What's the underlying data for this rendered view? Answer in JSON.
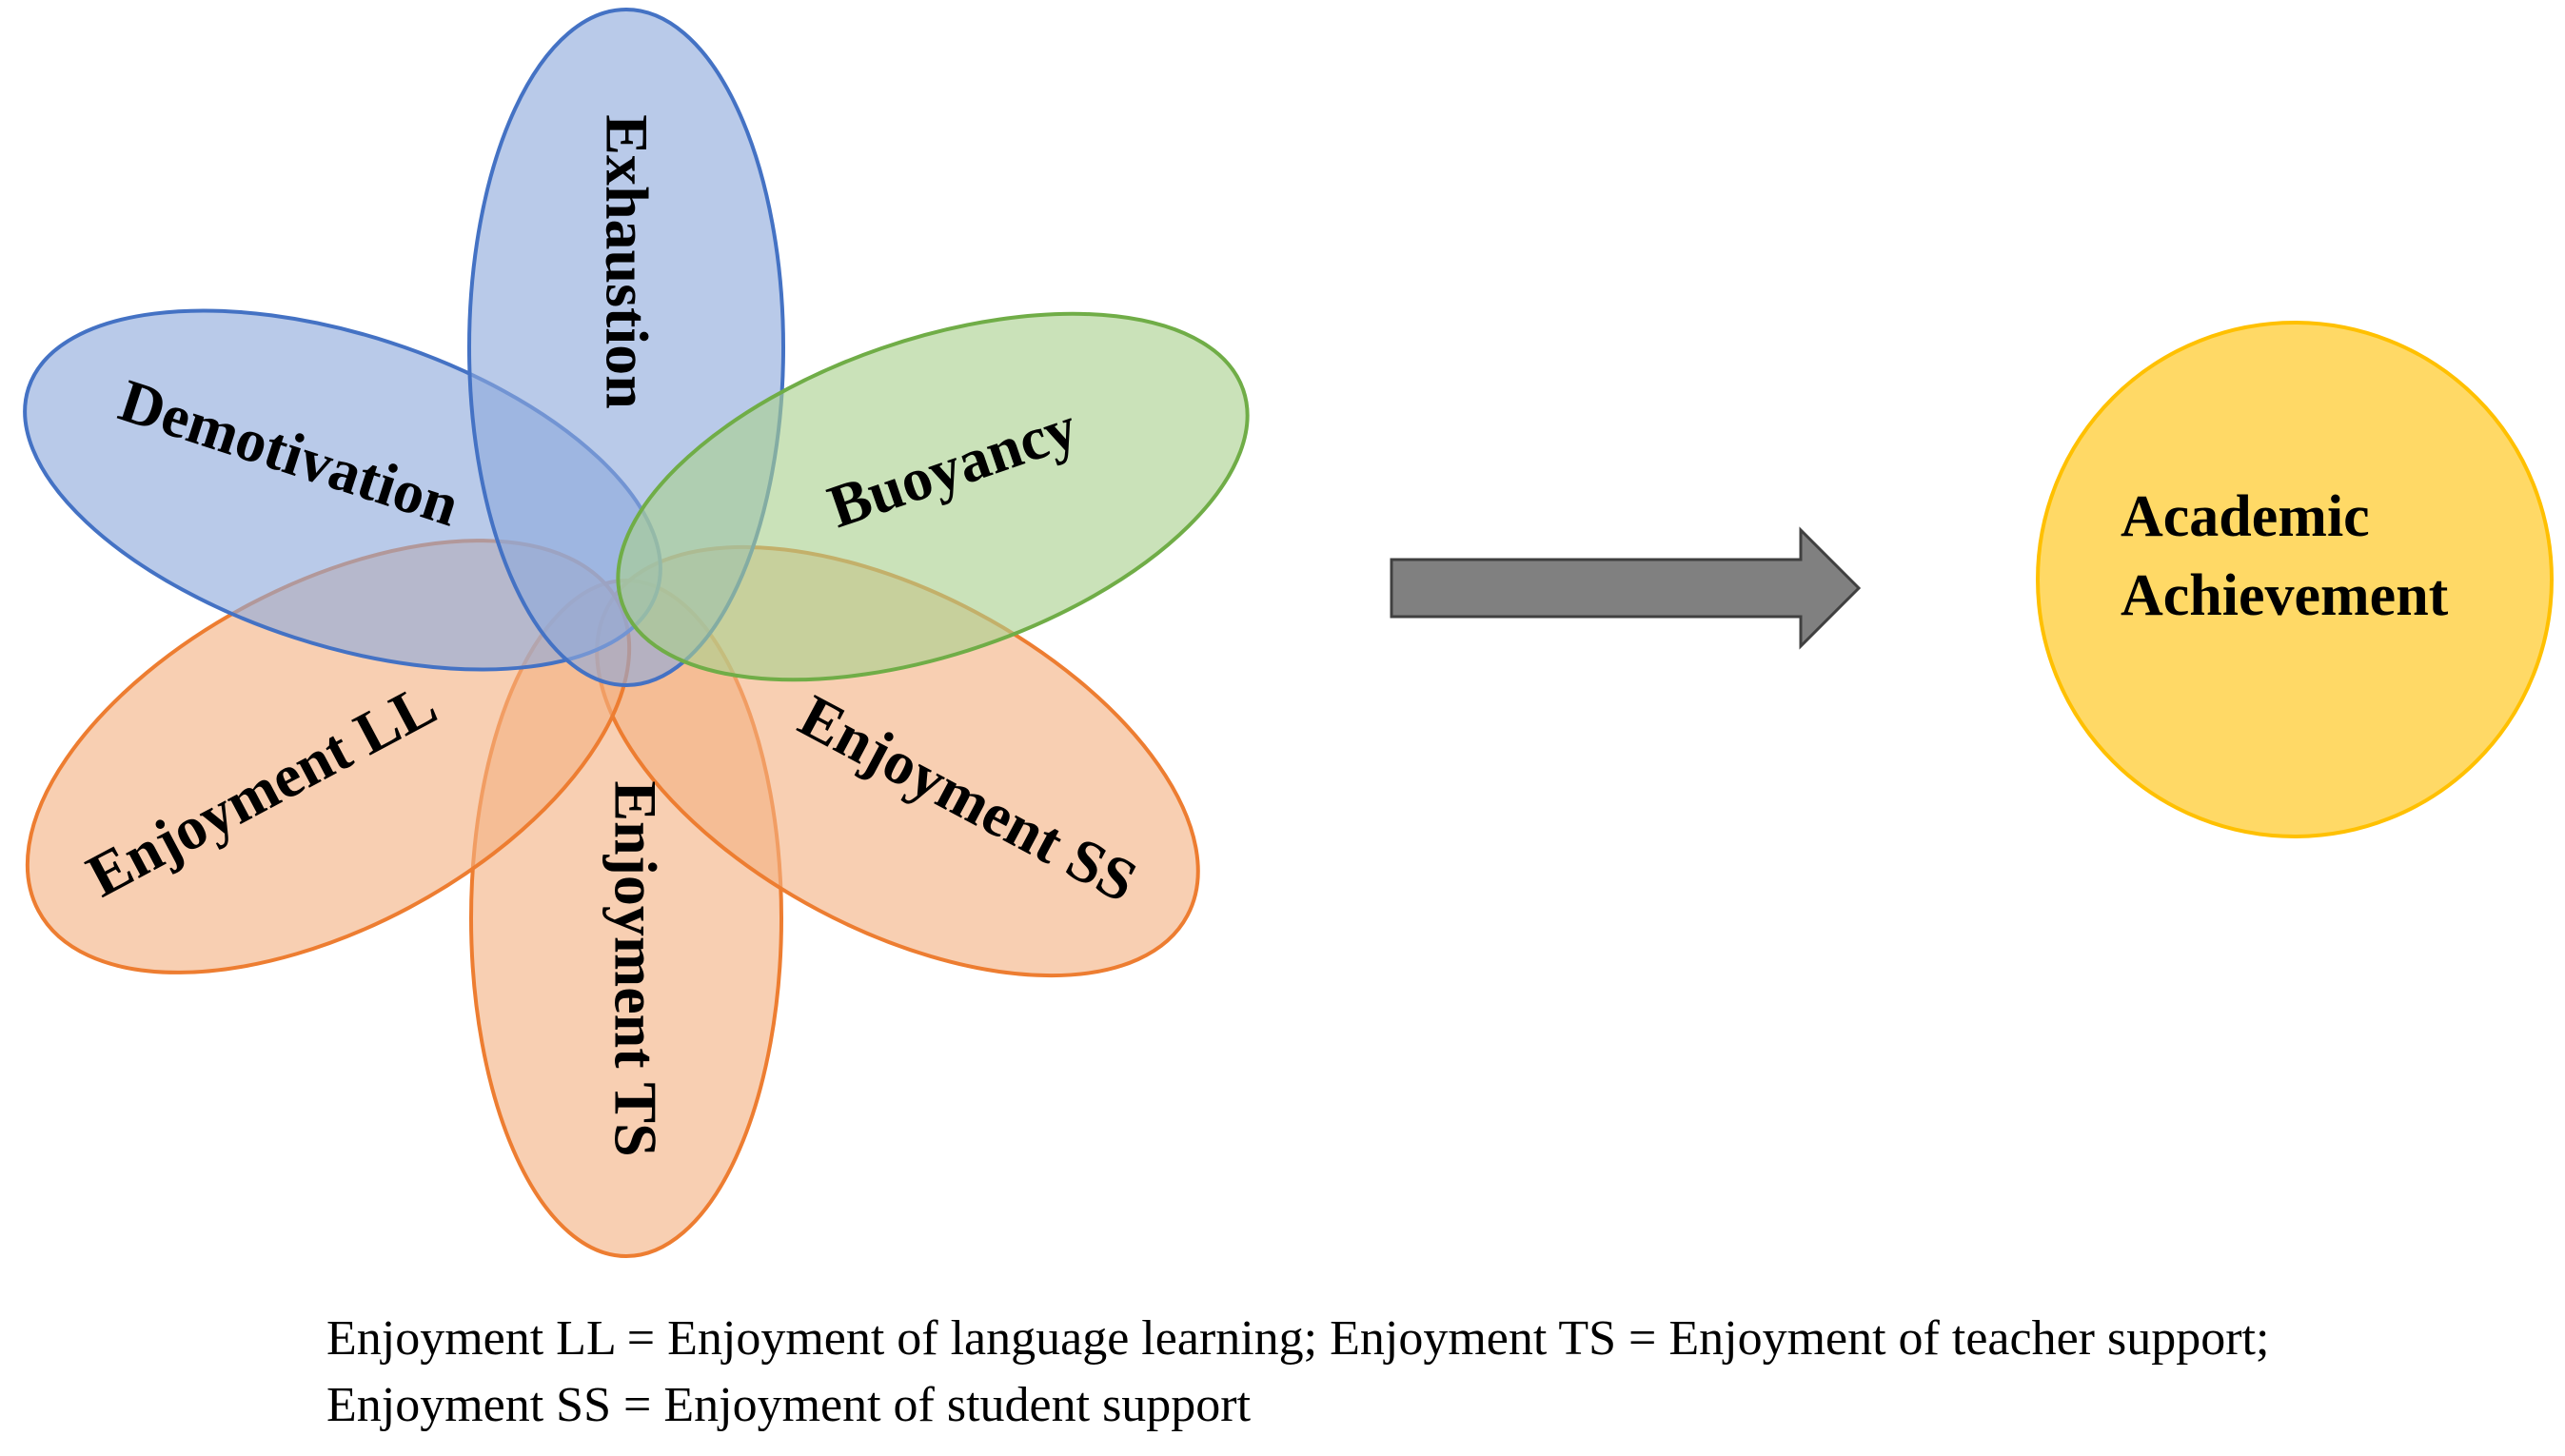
{
  "petals": [
    {
      "id": "exhaustion",
      "label": "Exhaustion",
      "fill": "#8EAADB",
      "stroke": "#4472C4"
    },
    {
      "id": "demotivation",
      "label": "Demotivation",
      "fill": "#8EAADB",
      "stroke": "#4472C4"
    },
    {
      "id": "buoyancy",
      "label": "Buoyancy",
      "fill": "#A9D18E",
      "stroke": "#70AD47"
    },
    {
      "id": "enjoyment-ll",
      "label": "Enjoyment LL",
      "fill": "#F4B183",
      "stroke": "#ED7D31"
    },
    {
      "id": "enjoyment-ts",
      "label": "Enjoyment TS",
      "fill": "#F4B183",
      "stroke": "#ED7D31"
    },
    {
      "id": "enjoyment-ss",
      "label": "Enjoyment SS",
      "fill": "#F4B183",
      "stroke": "#ED7D31"
    }
  ],
  "arrow": {
    "fill": "#808080",
    "stroke": "#404040"
  },
  "target": {
    "line1": "Academic",
    "line2": "Achievement",
    "fill": "#FFD966",
    "stroke": "#FFC000"
  },
  "caption": {
    "line1": "Enjoyment LL = Enjoyment of language learning; Enjoyment TS = Enjoyment of teacher support;",
    "line2": "Enjoyment SS = Enjoyment of student support"
  }
}
